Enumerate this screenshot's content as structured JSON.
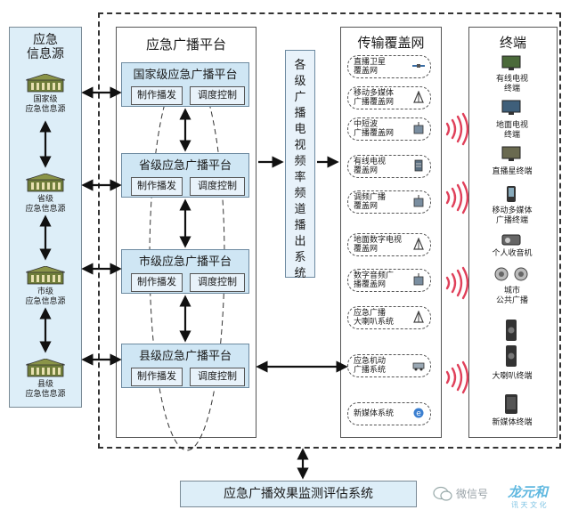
{
  "info_source": {
    "title_line1": "应急",
    "title_line2": "信息源",
    "items": [
      {
        "line1": "国家级",
        "line2": "应急信息源"
      },
      {
        "line1": "省级",
        "line2": "应急信息源"
      },
      {
        "line1": "市级",
        "line2": "应急信息源"
      },
      {
        "line1": "县级",
        "line2": "应急信息源"
      }
    ]
  },
  "platform": {
    "title": "应急广播平台",
    "levels": [
      {
        "title": "国家级应急广播平台",
        "btn1": "制作播发",
        "btn2": "调度控制"
      },
      {
        "title": "省级应急广播平台",
        "btn1": "制作播发",
        "btn2": "调度控制"
      },
      {
        "title": "市级应急广播平台",
        "btn1": "制作播发",
        "btn2": "调度控制"
      },
      {
        "title": "县级应急广播平台",
        "btn1": "制作播发",
        "btn2": "调度控制"
      }
    ]
  },
  "broadcast_system": "各级广播电视频率频道播出系统",
  "network": {
    "title": "传输覆盖网",
    "items": [
      {
        "line1": "直播卫星",
        "line2": "覆盖网"
      },
      {
        "line1": "移动多媒体",
        "line2": "广播覆盖网"
      },
      {
        "line1": "中短波",
        "line2": "广播覆盖网"
      },
      {
        "line1": "有线电视",
        "line2": "覆盖网"
      },
      {
        "line1": "调频广播",
        "line2": "覆盖网"
      },
      {
        "line1": "地面数字电视",
        "line2": "覆盖网"
      },
      {
        "line1": "数字音频广",
        "line2": "播覆盖网"
      },
      {
        "line1": "应急广播",
        "line2": "大喇叭系统"
      },
      {
        "line1": "应急机动",
        "line2": "广播系统"
      },
      {
        "line1": "新媒体系统",
        "line2": ""
      }
    ]
  },
  "terminal": {
    "title": "终端",
    "items": [
      {
        "line1": "有线电视",
        "line2": "终端"
      },
      {
        "line1": "地面电视",
        "line2": "终端"
      },
      {
        "line1": "直播星终端",
        "line2": ""
      },
      {
        "line1": "移动多媒体",
        "line2": "广播终端"
      },
      {
        "line1": "个人收音机",
        "line2": ""
      },
      {
        "line1": "城市",
        "line2": "公共广播"
      },
      {
        "line1": "大喇叭终端",
        "line2": ""
      },
      {
        "line1": "新媒体终端",
        "line2": ""
      }
    ]
  },
  "evaluation": "应急广播效果监测评估系统",
  "watermark": {
    "prefix": "微信号",
    "logo": "龙元和",
    "sub": "讯 天 文 化"
  },
  "colors": {
    "panel": "#ddeef8",
    "platform": "#cfe6f4",
    "signal": "#e0405a",
    "arrow": "#111111"
  }
}
